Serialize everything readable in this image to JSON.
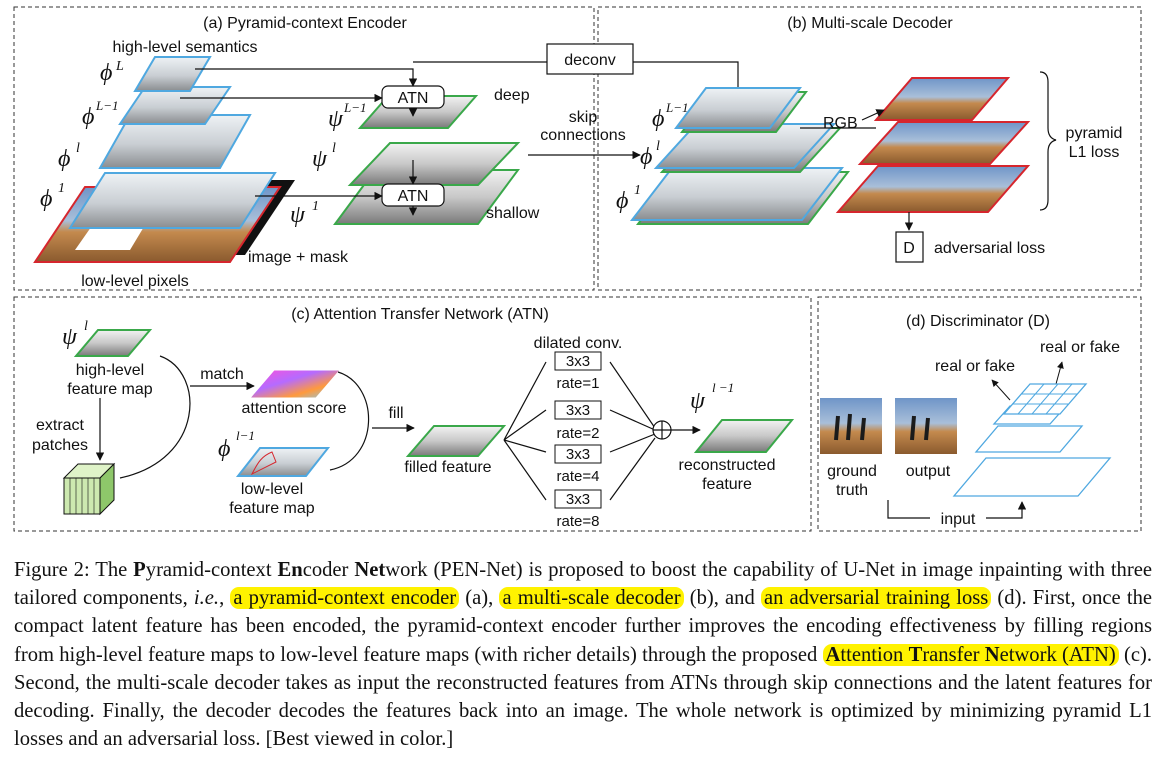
{
  "colors": {
    "blue_layer": "#4fa8e0",
    "green_layer": "#3aa84a",
    "red_layer": "#d6262d",
    "highlight": "#fff200",
    "panel_border": "#333333"
  },
  "panels": {
    "a": {
      "title": "(a) Pyramid-context Encoder",
      "high_level": "high-level semantics",
      "low_level": "low-level pixels",
      "image_mask": "image + mask",
      "deep": "deep",
      "shallow": "shallow",
      "atn": "ATN",
      "phi": "ϕ",
      "psi": "ψ",
      "sup_L": "L",
      "sup_L1": "L−1",
      "sup_l": "l",
      "sup_1": "1"
    },
    "skip": {
      "line1": "skip",
      "line2": "connections"
    },
    "deconv": "deconv",
    "b": {
      "title": "(b) Multi-scale Decoder",
      "rgb": "RGB",
      "pyramid": "pyramid",
      "l1loss": "L1 loss",
      "d": "D",
      "adv": "adversarial loss"
    },
    "c": {
      "title": "(c) Attention Transfer Network (ATN)",
      "high_feat_1": "high-level",
      "high_feat_2": "feature map",
      "match": "match",
      "attention": "attention score",
      "extract_1": "extract",
      "extract_2": "patches",
      "fill": "fill",
      "low_feat_1": "low-level",
      "low_feat_2": "feature map",
      "filled": "filled feature",
      "dilated": "dilated conv.",
      "kernel": "3x3",
      "rates": [
        "rate=1",
        "rate=2",
        "rate=4",
        "rate=8"
      ],
      "recon_1": "reconstructed",
      "recon_2": "feature",
      "sup_l": "l",
      "sup_l1": "l−1",
      "sup_lm1": "l −1"
    },
    "d": {
      "title": "(d) Discriminator (D)",
      "real_fake": "real or fake",
      "ground_1": "ground",
      "ground_2": "truth",
      "output": "output",
      "input": "input"
    }
  },
  "caption": {
    "lead": "Figure 2: The ",
    "p_b": "P",
    "p_r": "yramid-context ",
    "en_b": "En",
    "en_r": "coder ",
    "net_b": "Net",
    "net_r": "work (PEN-Net) is proposed to boost the capability of U-Net in image inpainting with three tailored components, ",
    "ie": "i.e.",
    "after_ie": ", ",
    "hl1": "a pyramid-context encoder",
    "t1": " (a), ",
    "hl2": "a multi-scale decoder",
    "t2": " (b), and ",
    "hl3": "an adversarial training loss",
    "t3": " (d). First, once the compact latent feature has been encoded, the pyramid-context encoder further improves the encoding effectiveness by filling regions from high-level feature maps to low-level feature maps (with richer details) through the proposed ",
    "atn_A": "A",
    "atn_a": "ttention ",
    "atn_T": "T",
    "atn_t": "ransfer ",
    "atn_N": "N",
    "atn_n": "etwork (ATN)",
    "t4": " (c). Second, the multi-scale decoder takes as input the reconstructed features from ATNs through skip connections and the latent features for decoding. Finally, the decoder decodes the features back into an image. The whole network is optimized by minimizing pyramid L1 losses and an adversarial loss. [Best viewed in color.]"
  }
}
